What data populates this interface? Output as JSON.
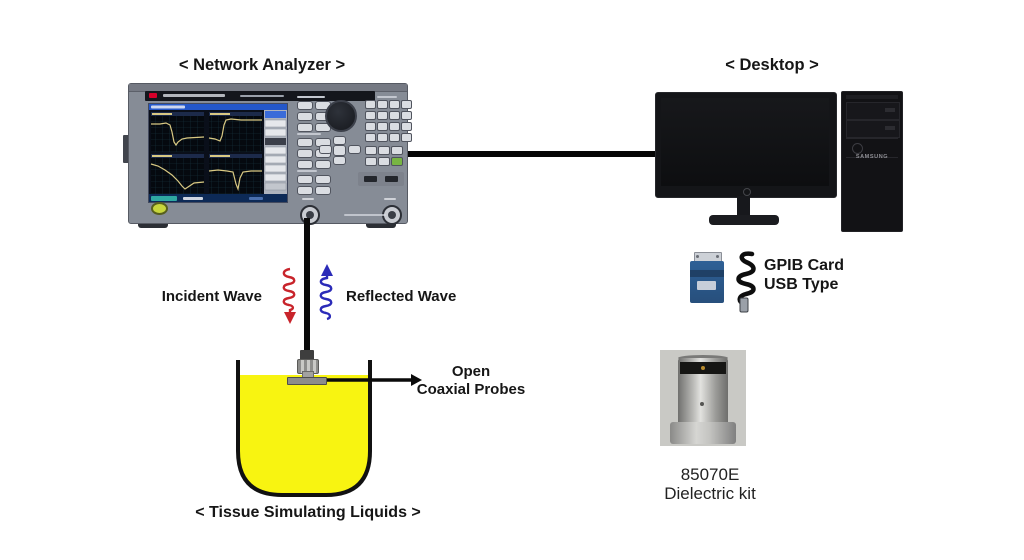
{
  "labels": {
    "network_analyzer_title": "< Network Analyzer >",
    "desktop_title": "< Desktop >",
    "incident_wave": "Incident Wave",
    "reflected_wave": "Reflected Wave",
    "open_probe_line1": "Open",
    "open_probe_line2": "Coaxial Probes",
    "tissue_title": "< Tissue Simulating Liquids >",
    "gpib_line1": "GPIB Card",
    "gpib_line2": "USB Type",
    "kit_line1": "85070E",
    "kit_line2": "Dielectric kit",
    "tower_brand": "SAMSUNG"
  },
  "colors": {
    "liquid_yellow": "#F8F411",
    "incident_red": "#C8242B",
    "reflected_blue": "#2B2BB8",
    "gpib_blue": "#2E6096",
    "connection_line": "#050505"
  }
}
